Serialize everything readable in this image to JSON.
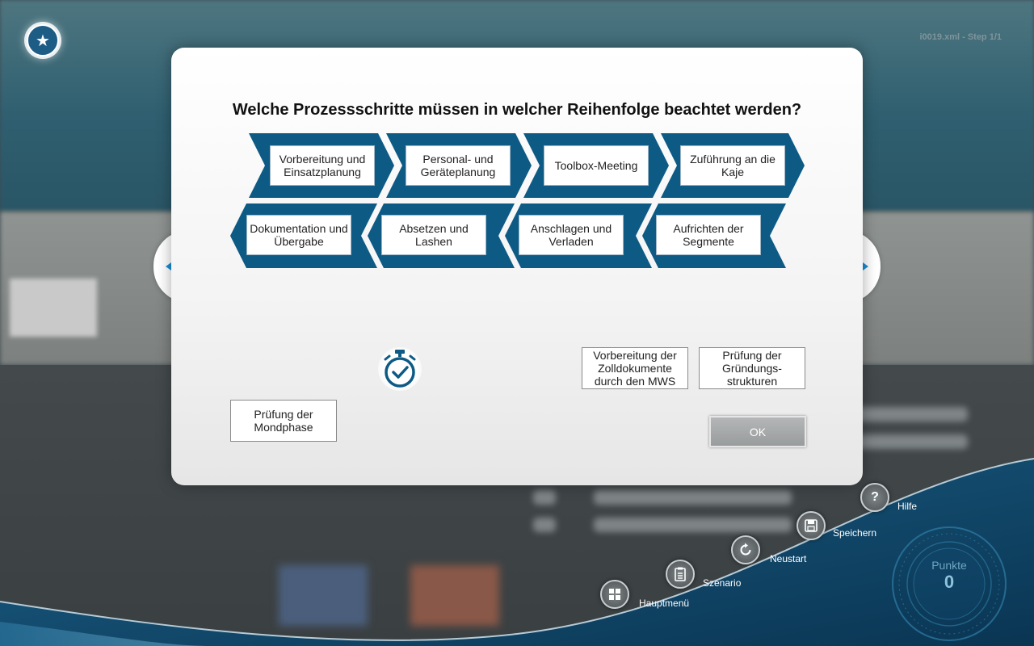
{
  "file_info": "i0019.xml - Step 1/1",
  "dialog": {
    "title": "Welche Prozessschritte müssen in welcher Reihenfolge beachtet werden?",
    "row1": [
      "Vorbereitung und Einsatzplanung",
      "Personal- und Geräteplanung",
      "Toolbox-Meeting",
      "Zuführung an die Kaje"
    ],
    "row2": [
      "Dokumentation und Übergabe",
      "Absetzen und Lashen",
      "Anschlagen und Verladen",
      "Aufrichten der Segmente"
    ],
    "distractors": {
      "zoll": "Vorbereitung der Zolldokumente durch den MWS",
      "gruendung": "Prüfung der Gründungs-strukturen",
      "mond": "Prüfung der Mondphase"
    },
    "ok_label": "OK"
  },
  "menu": {
    "hauptmenue": "Hauptmenü",
    "szenario": "Szenario",
    "neustart": "Neustart",
    "speichern": "Speichern",
    "hilfe": "Hilfe",
    "hilfe_glyph": "?"
  },
  "score": {
    "label": "Punkte",
    "value": "0"
  },
  "colors": {
    "chevron": "#0d5a85",
    "accent_arrow": "#1a8fd6"
  }
}
